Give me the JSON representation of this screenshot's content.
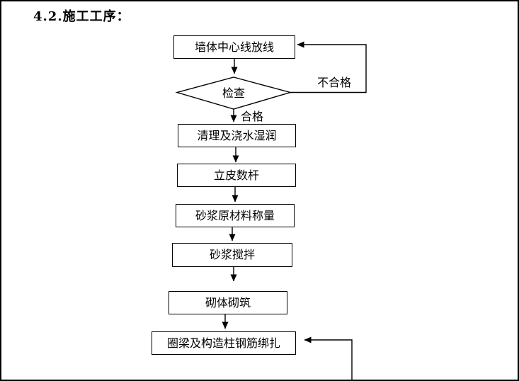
{
  "page": {
    "title": "4.2.施工工序："
  },
  "flowchart": {
    "steps": [
      {
        "id": "wall-centerline-layout",
        "shape": "rect",
        "label": "墙体中心线放线"
      },
      {
        "id": "inspection-check",
        "shape": "diamond",
        "label": "检查"
      },
      {
        "id": "clean-and-water-wetting",
        "shape": "rect",
        "label": "清理及浇水湿润"
      },
      {
        "id": "erect-story-pole",
        "shape": "rect",
        "label": "立皮数杆"
      },
      {
        "id": "mortar-material-weighing",
        "shape": "rect",
        "label": "砂浆原材料称量"
      },
      {
        "id": "mortar-mixing",
        "shape": "rect",
        "label": "砂浆搅拌"
      },
      {
        "id": "masonry-laying",
        "shape": "rect",
        "label": "砌体砌筑"
      },
      {
        "id": "ring-beam-column-rebar",
        "shape": "rect",
        "label": "圈梁及构造柱钢筋绑扎"
      }
    ],
    "branches": {
      "fail_label": "不合格",
      "pass_label": "合格"
    },
    "colors": {
      "ink": "#000000",
      "paper": "#ffffff"
    }
  }
}
